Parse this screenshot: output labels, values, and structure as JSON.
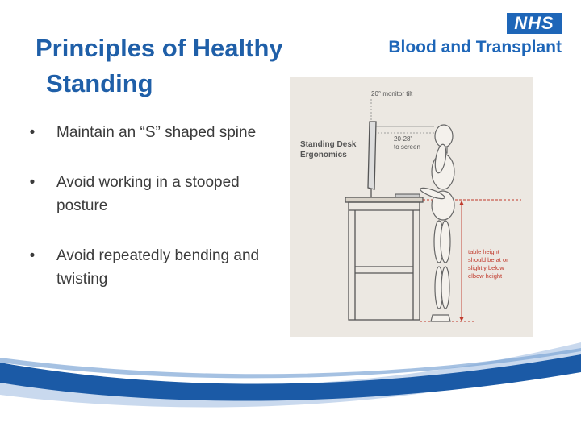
{
  "slide": {
    "title_line1": "Principles of Healthy",
    "title_line2": "Standing",
    "bullets": [
      "Maintain an “S” shaped spine",
      "Avoid working in a stooped posture",
      "Avoid repeatedly bending and twisting"
    ],
    "bullet_glyph": "•"
  },
  "logo": {
    "badge": "NHS",
    "org": "Blood and Transplant"
  },
  "figure": {
    "heading_line1": "Standing Desk",
    "heading_line2": "Ergonomics",
    "monitor_tilt": "20° monitor tilt",
    "distance_line1": "20-28\"",
    "distance_line2": "to screen",
    "note_lines": [
      "table height",
      "should be at or",
      "slightly below",
      "elbow height"
    ]
  },
  "colors": {
    "title": "#1f5fa8",
    "brand": "#1e66b8",
    "figure_bg": "#ece8e2",
    "figure_accent": "#c0392b",
    "swoosh_dark": "#1b5aa6",
    "swoosh_light": "#c9d9ee"
  }
}
